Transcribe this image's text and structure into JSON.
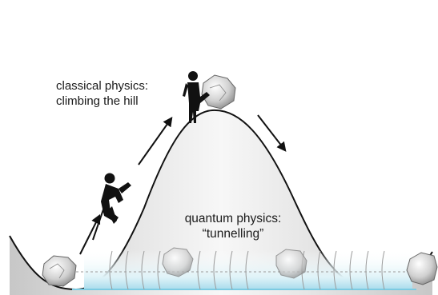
{
  "captions": {
    "classical_line1": "classical physics:",
    "classical_line2": "climbing the hill",
    "quantum_line1": "quantum physics:",
    "quantum_line2": "“tunnelling”"
  },
  "colors": {
    "hill_fill_light": "#f4f4f4",
    "hill_fill_dark": "#bdbdbd",
    "outline": "#111111",
    "tunnel_blue": "#bfe6f2",
    "figure": "#111111"
  },
  "icons": [
    "rock-icon",
    "climber-icon",
    "person-standing-icon",
    "arrow-icon"
  ]
}
